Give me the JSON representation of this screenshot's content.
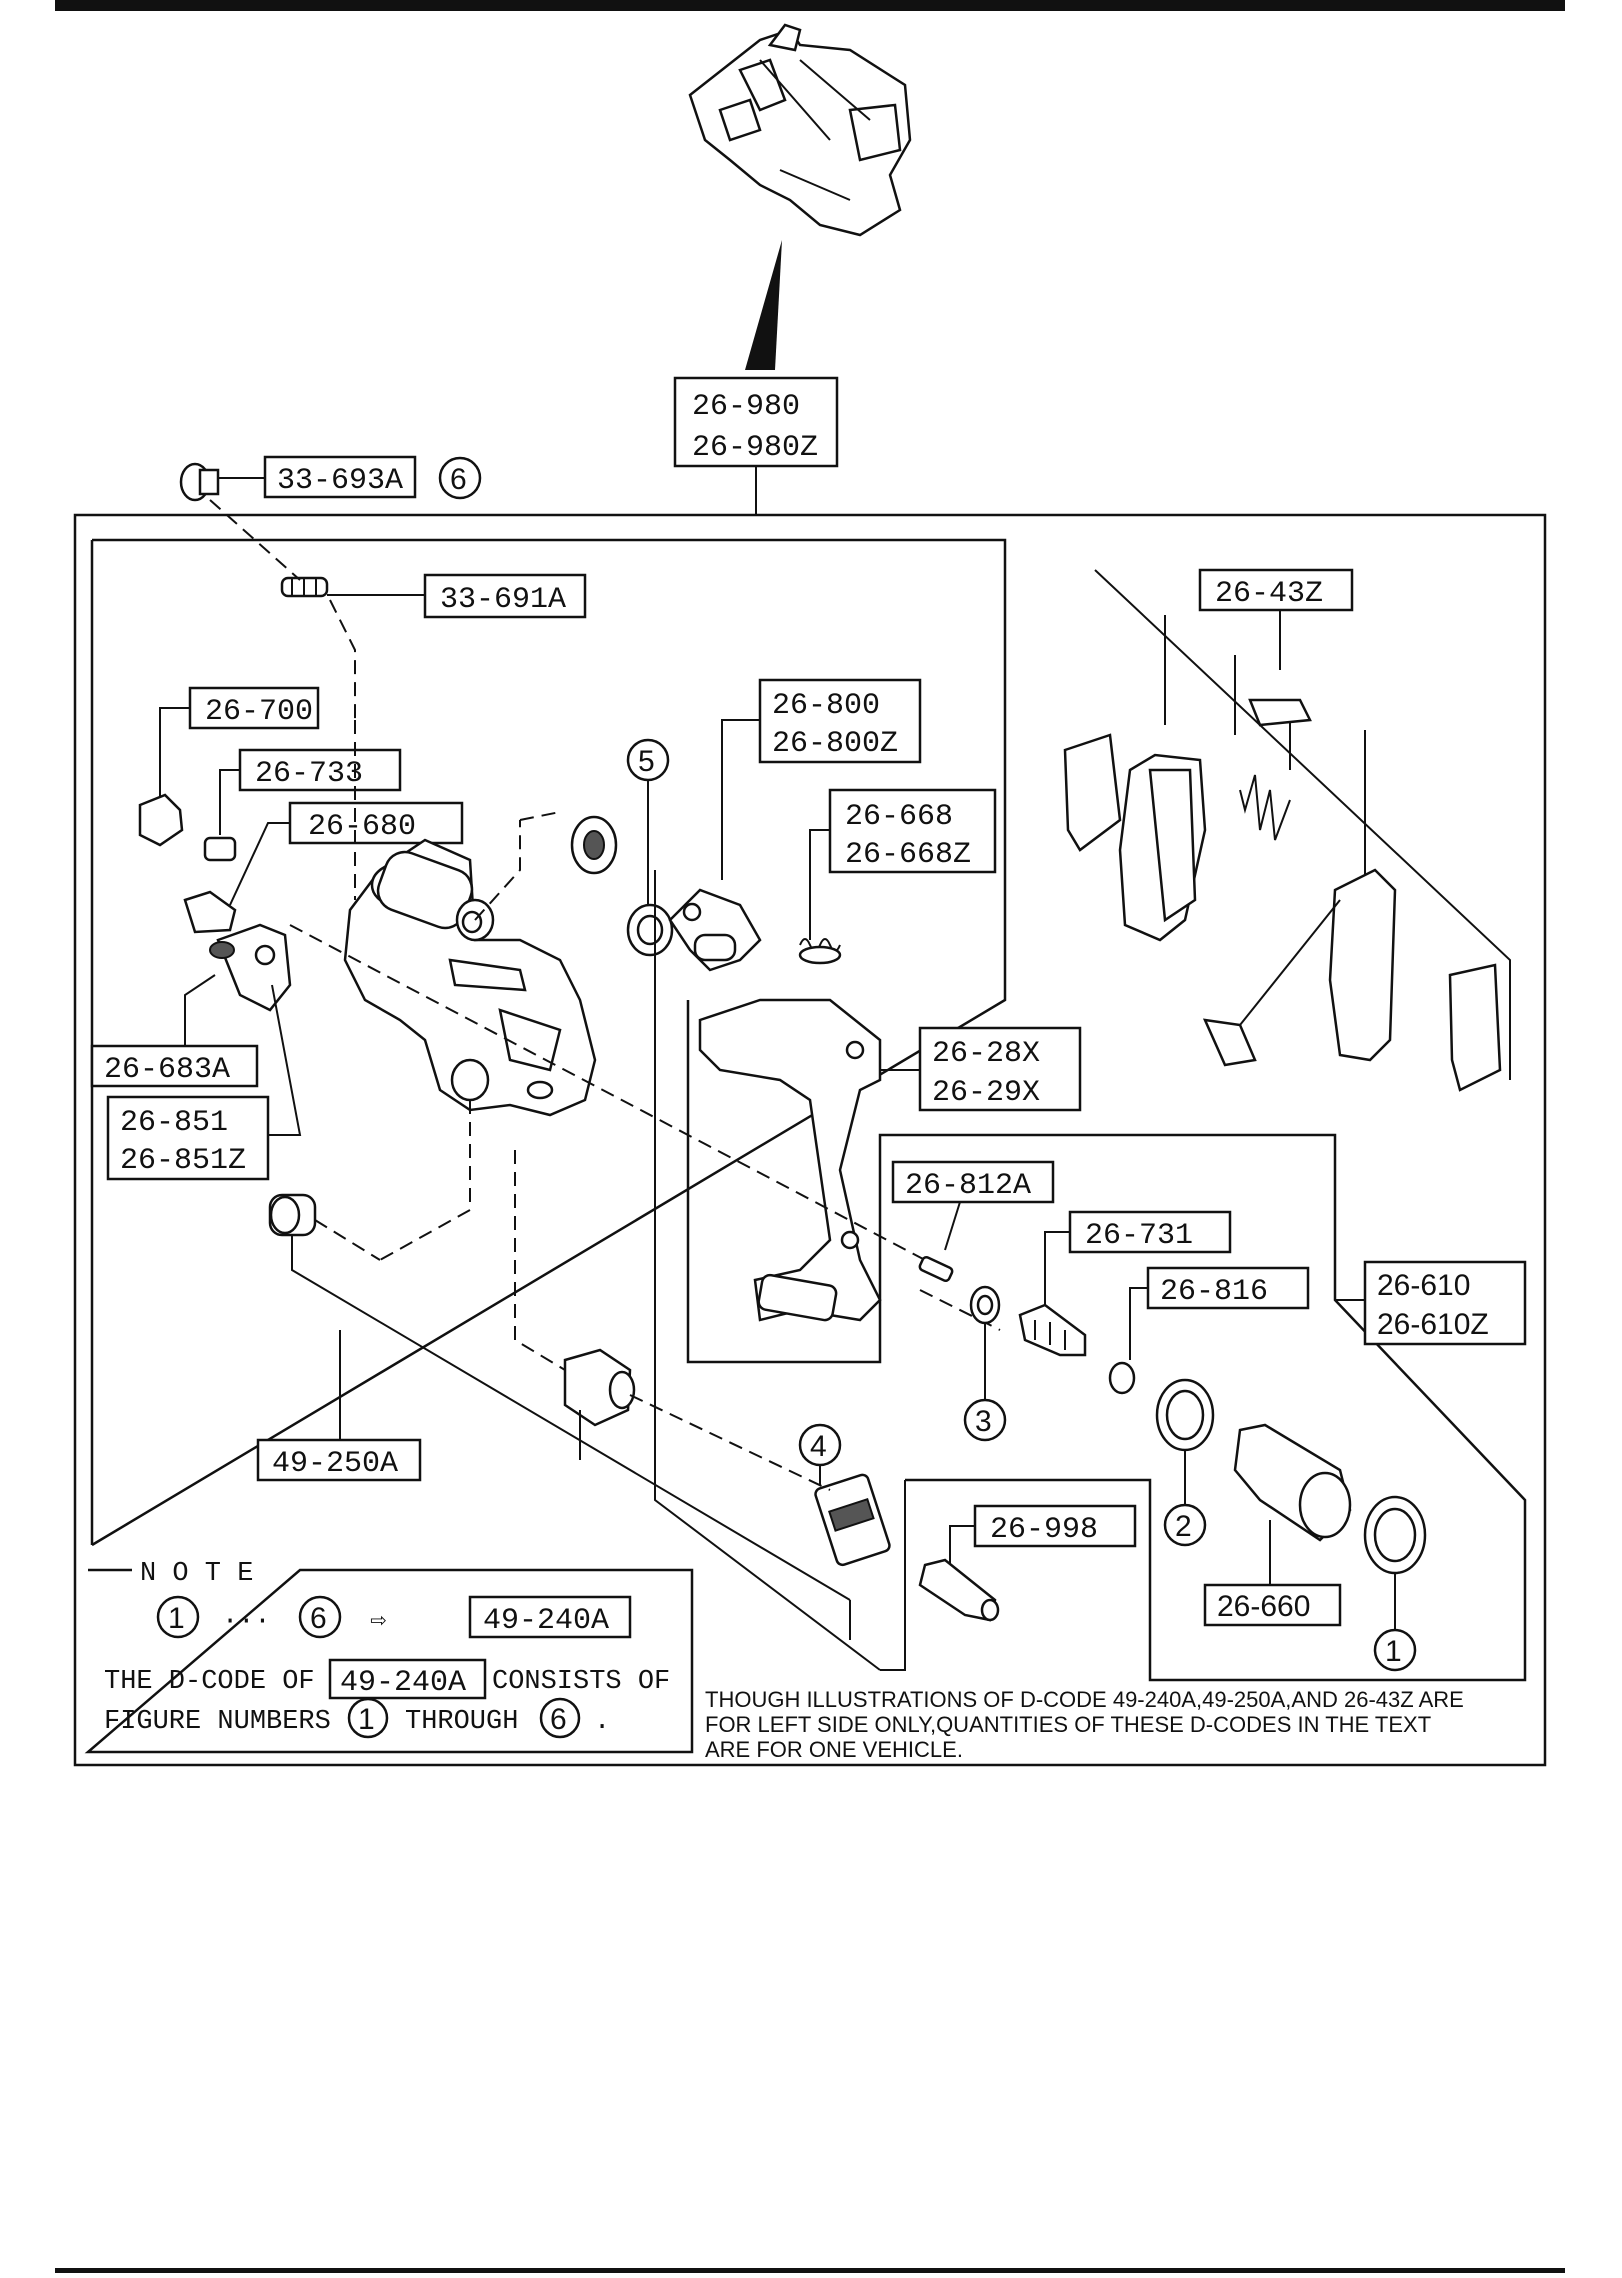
{
  "labels": {
    "assembly": [
      "26-980",
      "26-980Z"
    ],
    "bleeder_cap": "33-693A",
    "bleeder_screw": "33-691A",
    "bolt_26700": "26-700",
    "bolt_26733": "26-733",
    "bolt_26680": "26-680",
    "bracket_26683a": "26-683A",
    "bracket_26851": [
      "26-851",
      "26-851Z"
    ],
    "lever": [
      "26-800",
      "26-800Z"
    ],
    "spring": [
      "26-668",
      "26-668Z"
    ],
    "pads": "26-43Z",
    "mounting_support": [
      "26-28X",
      "26-29X"
    ],
    "pin_26812a": "26-812A",
    "adjuster_26731": "26-731",
    "ring_26816": "26-816",
    "piston_kit": [
      "26-610",
      "26-610Z"
    ],
    "piston": "26-660",
    "guide_pin": "26-998",
    "boot_kit": "49-250A"
  },
  "callouts": [
    "1",
    "2",
    "3",
    "4",
    "5",
    "6"
  ],
  "note": {
    "heading": "N O T E",
    "range_start": "1",
    "range_dots": "···",
    "range_end": "6",
    "arrow": "⇨",
    "kit_code": "49-240A",
    "line1_a": "THE D-CODE OF",
    "line1_code": "49-240A",
    "line1_b": "CONSISTS OF",
    "line2_a": "FIGURE NUMBERS",
    "line2_n1": "1",
    "line2_b": "THROUGH",
    "line2_n2": "6",
    "line2_end": "."
  },
  "disclaimer": [
    "THOUGH ILLUSTRATIONS OF D-CODE 49-240A,49-250A,AND 26-43Z ARE",
    "FOR LEFT SIDE ONLY,QUANTITIES OF THESE D-CODES IN THE TEXT",
    "ARE FOR ONE VEHICLE."
  ],
  "colors": {
    "ink": "#111111",
    "paper": "#ffffff"
  }
}
